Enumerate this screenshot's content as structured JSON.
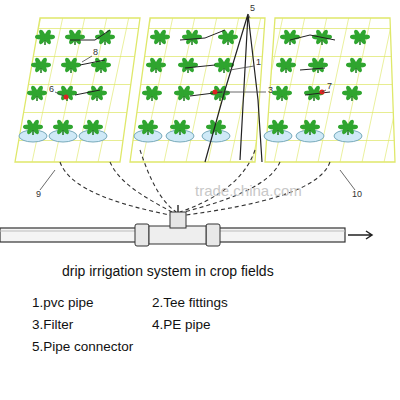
{
  "diagram": {
    "caption": "drip irrigation system in crop fields",
    "labels": [
      "trade.china.com",
      "5",
      "1",
      "3",
      "7",
      "8",
      "6",
      "9",
      "10",
      "1.pvc pipe",
      "2.Tee fittings",
      "3.Filter",
      "4.PE pipe",
      "5.Pipe connector"
    ]
  }
}
